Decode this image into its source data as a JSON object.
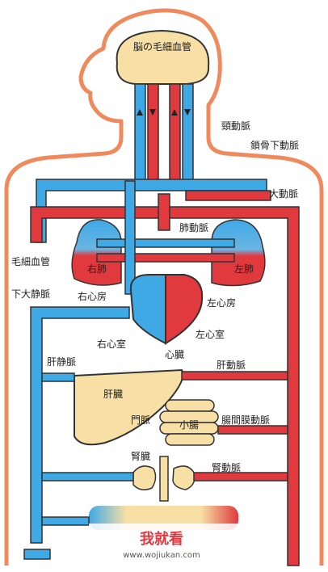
{
  "labels": {
    "brain_capillaries": "脳の毛細血管",
    "carotid_artery": "頸動脈",
    "subclavian_artery": "鎖骨下動脈",
    "aorta": "大動脈",
    "pulmonary_artery": "肺動脈",
    "capillaries": "毛細血管",
    "right_lung": "右肺",
    "left_lung": "左肺",
    "inferior_vena_cava": "下大静脈",
    "right_atrium": "右心房",
    "left_atrium": "左心房",
    "right_ventricle": "右心室",
    "left_ventricle": "左心室",
    "heart": "心臓",
    "hepatic_vein": "肝静脈",
    "hepatic_artery": "肝動脈",
    "liver": "肝臓",
    "portal_vein": "門脈",
    "small_intestine": "小腸",
    "mesenteric_artery": "腸間膜動脈",
    "kidney": "腎臓",
    "renal_artery": "腎動脈"
  },
  "watermark": {
    "logo_text": "我就看",
    "url": "www.wojiukan.com"
  },
  "colors": {
    "artery": "#e0393e",
    "vein": "#3fa9e6",
    "organ": "#f7dfa5",
    "body_outline": "#f08a5d",
    "outline": "#333333"
  }
}
